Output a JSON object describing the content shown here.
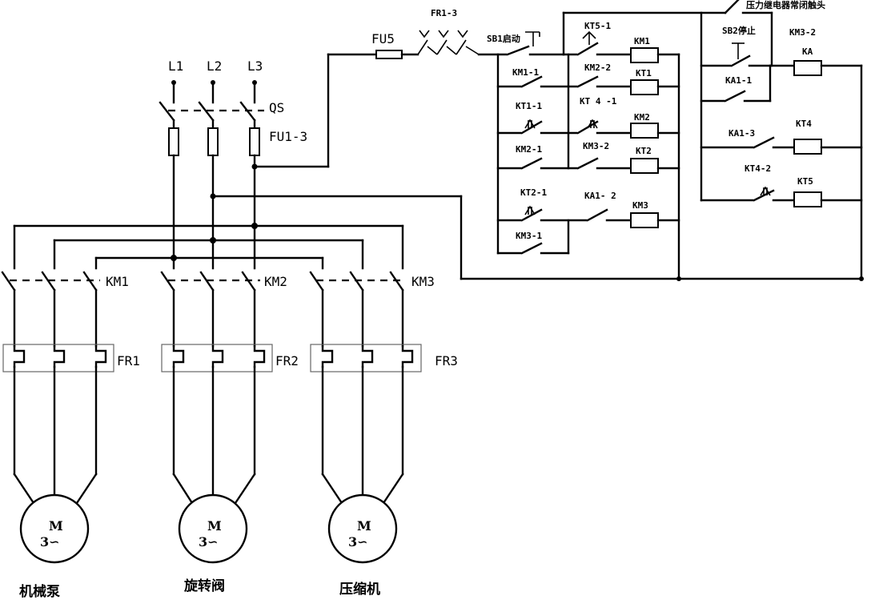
{
  "power": {
    "L1": "L1",
    "L2": "L2",
    "L3": "L3",
    "QS": "QS",
    "FU1_3": "FU1-3",
    "FU5": "FU5"
  },
  "contactors": {
    "KM1": "KM1",
    "KM2": "KM2",
    "KM3": "KM3"
  },
  "overloads": {
    "FR1": "FR1",
    "FR2": "FR2",
    "FR3": "FR3"
  },
  "motors": [
    {
      "symbol": "M",
      "sub": "3∽",
      "caption": "机械泵"
    },
    {
      "symbol": "M",
      "sub": "3∽",
      "caption": "旋转阀"
    },
    {
      "symbol": "M",
      "sub": "3∽",
      "caption": "压缩机"
    }
  ],
  "control": {
    "FR1_3": "FR1-3",
    "SB1": "SB1启动",
    "SB2": "SB2停止",
    "pressure_relay": "压力继电器常闭触头",
    "contacts": {
      "KT5_1": "KT5-1",
      "KM1_1": "KM1-1",
      "KM2_2": "KM2-2",
      "KT1_1": "KT1-1",
      "KT4_1": "KT 4 -1",
      "KM2_1": "KM2-1",
      "KM3_2a": "KM3-2",
      "KT2_1": "KT2-1",
      "KA1_2": "KA1- 2",
      "KM3_1": "KM3-1",
      "KM3_2b": "KM3-2",
      "KA1_1": "KA1-1",
      "KA1_3": "KA1-3",
      "KT4_2": "KT4-2"
    },
    "coils": {
      "KM1": "KM1",
      "KT1": "KT1",
      "KM2": "KM2",
      "KT2": "KT2",
      "KM3": "KM3",
      "KA": "KA",
      "KT4": "KT4",
      "KT5": "KT5"
    }
  }
}
